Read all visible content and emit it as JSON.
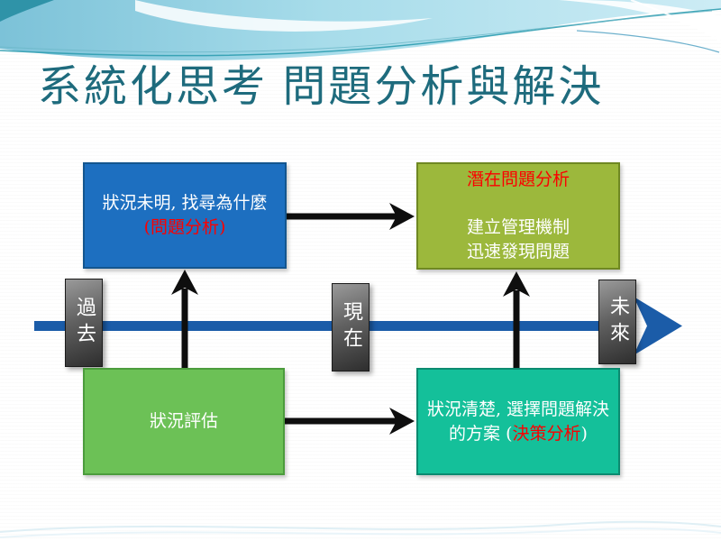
{
  "slide": {
    "title": "系統化思考 問題分析與解決"
  },
  "timeline": {
    "past": "過去",
    "present": "現在",
    "future": "未來"
  },
  "boxes": {
    "unknown": {
      "line1": "狀況未明, 找尋為什麼",
      "line2": "(問題分析)"
    },
    "potential": {
      "title": "潛在問題分析",
      "line1": "建立管理機制",
      "line2": "迅速發現問題"
    },
    "appraisal": {
      "label": "狀況評估"
    },
    "decision": {
      "prefix": "狀況清楚, 選擇問題解決的方案 (",
      "highlight": "決策分析",
      "suffix": ")"
    }
  },
  "colors": {
    "title_text": "#1e6b7d",
    "timeline_line": "#1b5ca8",
    "arrow_black": "#0e0e0e",
    "box_unknown_fill": "#1d6fc0",
    "box_potential_fill": "#9cb83c",
    "box_appraisal_fill": "#6cc156",
    "box_decision_fill": "#14c09a",
    "label_gray_dark": "#2e2e2e",
    "highlight_red": "#fb0000",
    "band_blue": "#7cc2d8"
  }
}
